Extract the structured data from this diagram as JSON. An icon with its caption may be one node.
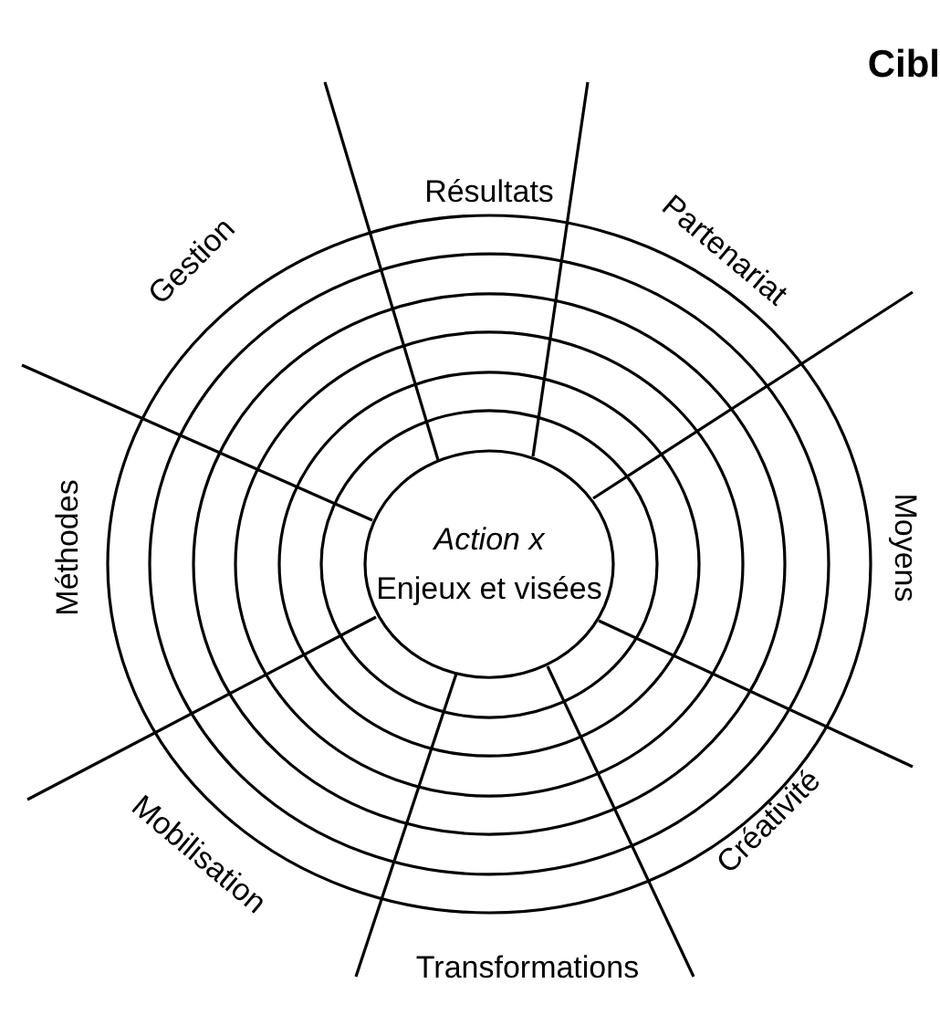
{
  "diagram": {
    "title": "Cibl",
    "nodes": [
      {
        "text": [
          "Action x",
          "Enjeux et visées"
        ]
      }
    ],
    "labels": [
      "Résultats",
      "Partenariat",
      "Moyens",
      "Créativité",
      "Transformations",
      "Mobilisation",
      "Méthodes",
      "Gestion"
    ]
  }
}
